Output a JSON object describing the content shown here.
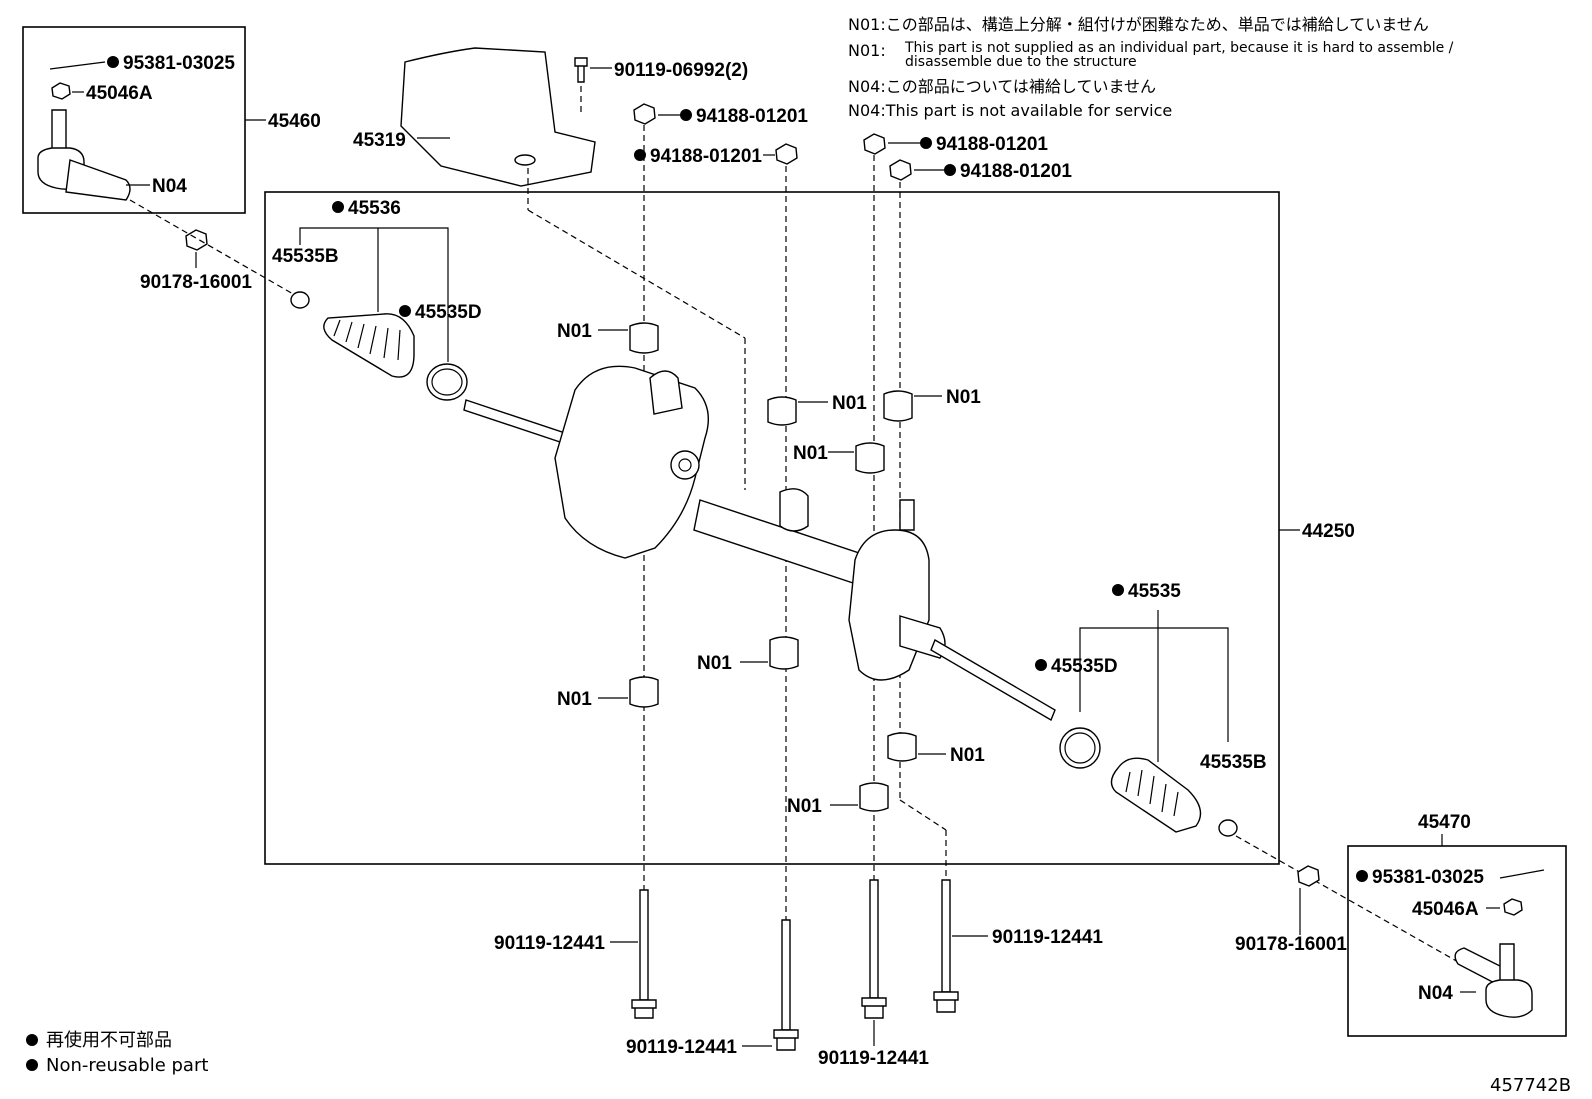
{
  "notes": {
    "n01_jp": "N01:この部品は、構造上分解・組付けが困難なため、単品では補給していません",
    "n01_en_prefix": "N01:",
    "n01_en_line1": "This part is not supplied as an individual part, because it is hard to assemble /",
    "n01_en_line2": "disassemble due to the structure",
    "n04_jp": "N04:この部品については補給していません",
    "n04_en": "N04:This part is not available for service"
  },
  "legend": {
    "jp": "再使用不可部品",
    "en": "Non-reusable part"
  },
  "diagram_id": "457742B",
  "labels": {
    "p95381_left": "95381-03025",
    "p45046a_left": "45046A",
    "p45460": "45460",
    "n04_left": "N04",
    "p90178_left": "90178-16001",
    "p45319": "45319",
    "p90119_06992": "90119-06992(2)",
    "p94188_a": "94188-01201",
    "p94188_b": "94188-01201",
    "p94188_c": "94188-01201",
    "p94188_d": "94188-01201",
    "p45536": "45536",
    "p45535b_left": "45535B",
    "p45535d_left": "45535D",
    "n01_a": "N01",
    "n01_b": "N01",
    "n01_c": "N01",
    "n01_d": "N01",
    "n01_e": "N01",
    "n01_f": "N01",
    "n01_g": "N01",
    "n01_h": "N01",
    "p44250": "44250",
    "p45535": "45535",
    "p45535d_right": "45535D",
    "p45535b_right": "45535B",
    "p45470": "45470",
    "p95381_right": "95381-03025",
    "p45046a_right": "45046A",
    "n04_right": "N04",
    "p90178_right": "90178-16001",
    "bolt_a": "90119-12441",
    "bolt_b": "90119-12441",
    "bolt_c": "90119-12441",
    "bolt_d": "90119-12441"
  }
}
